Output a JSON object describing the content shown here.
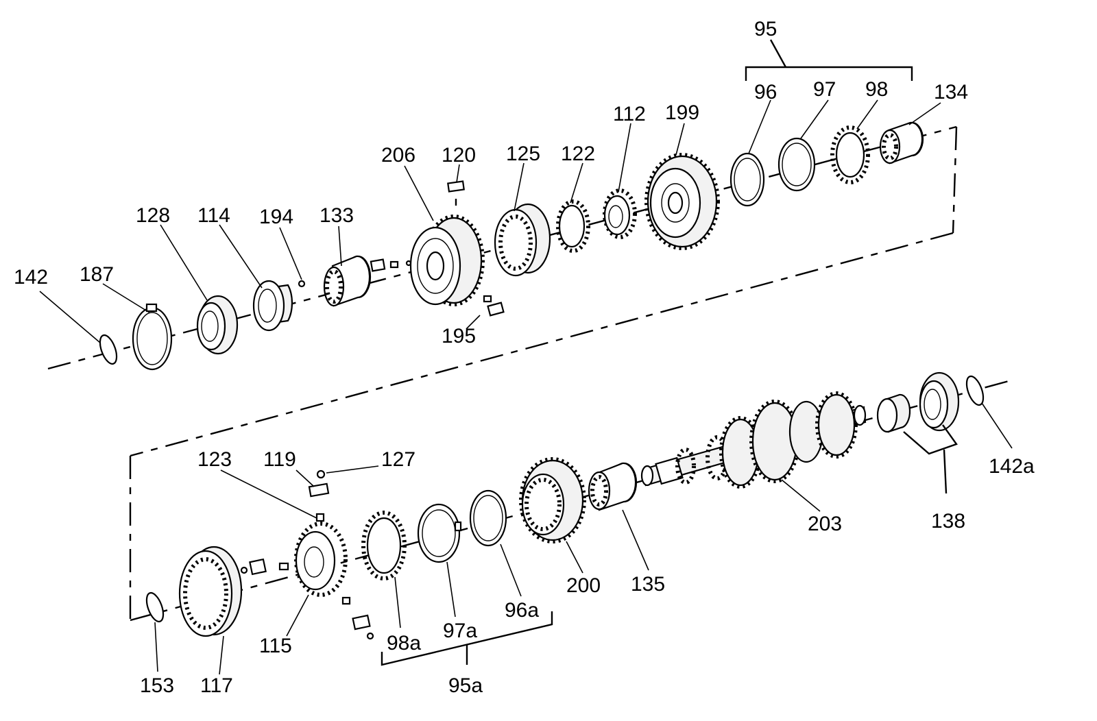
{
  "diagram": {
    "callouts": {
      "c95": "95",
      "c96": "96",
      "c97": "97",
      "c98": "98",
      "c134": "134",
      "c112": "112",
      "c199": "199",
      "c206": "206",
      "c120": "120",
      "c125": "125",
      "c122": "122",
      "c128": "128",
      "c114": "114",
      "c194": "194",
      "c133": "133",
      "c142": "142",
      "c187": "187",
      "c195": "195",
      "c123": "123",
      "c119": "119",
      "c127": "127",
      "c142a": "142a",
      "c203": "203",
      "c138": "138",
      "c135": "135",
      "c200": "200",
      "c96a": "96a",
      "c97a": "97a",
      "c98a": "98a",
      "c95a": "95a",
      "c115": "115",
      "c117": "117",
      "c153": "153"
    }
  }
}
